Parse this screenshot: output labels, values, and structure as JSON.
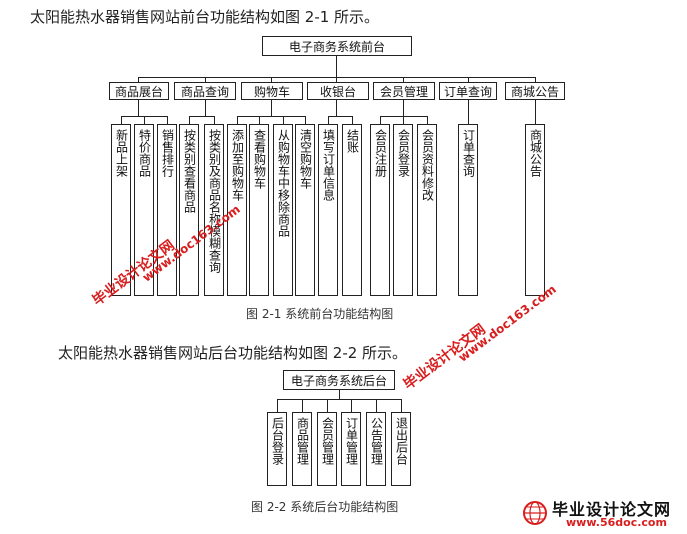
{
  "doc": {
    "heading1": "太阳能热水器销售网站前台功能结构如图 2-1 所示。",
    "heading2": "太阳能热水器销售网站后台功能结构如图 2-2 所示。",
    "caption1": "图 2-1   系统前台功能结构图",
    "caption2": "图 2-2   系统后台功能结构图"
  },
  "front": {
    "root": "电子商务系统前台",
    "modules": [
      {
        "label": "商品展台",
        "children": [
          "新品上架",
          "特价商品",
          "销售排行"
        ]
      },
      {
        "label": "商品查询",
        "children": [
          "按类别查看商品",
          "按类别及商品名称模糊查询"
        ]
      },
      {
        "label": "购物车",
        "children": [
          "添加至购物车",
          "查看购物车",
          "从购物车中移除商品",
          "清空购物车"
        ]
      },
      {
        "label": "收银台",
        "children": [
          "填写订单信息",
          "结账"
        ]
      },
      {
        "label": "会员管理",
        "children": [
          "会员注册",
          "会员登录",
          "会员资料修改"
        ]
      },
      {
        "label": "订单查询",
        "children": [
          "订单查询"
        ]
      },
      {
        "label": "商城公告",
        "children": [
          "商城公告"
        ]
      }
    ]
  },
  "back": {
    "root": "电子商务系统后台",
    "children": [
      "后台登录",
      "商品管理",
      "会员管理",
      "订单管理",
      "公告管理",
      "退出后台"
    ]
  },
  "watermarks": {
    "w1": "毕业设计论文网",
    "w2": "www.doc163.com",
    "brand_cn": "毕业设计论文网",
    "brand_url": "www.56doc.com"
  },
  "colors": {
    "watermark": "#d81e1e",
    "line": "#222222"
  }
}
